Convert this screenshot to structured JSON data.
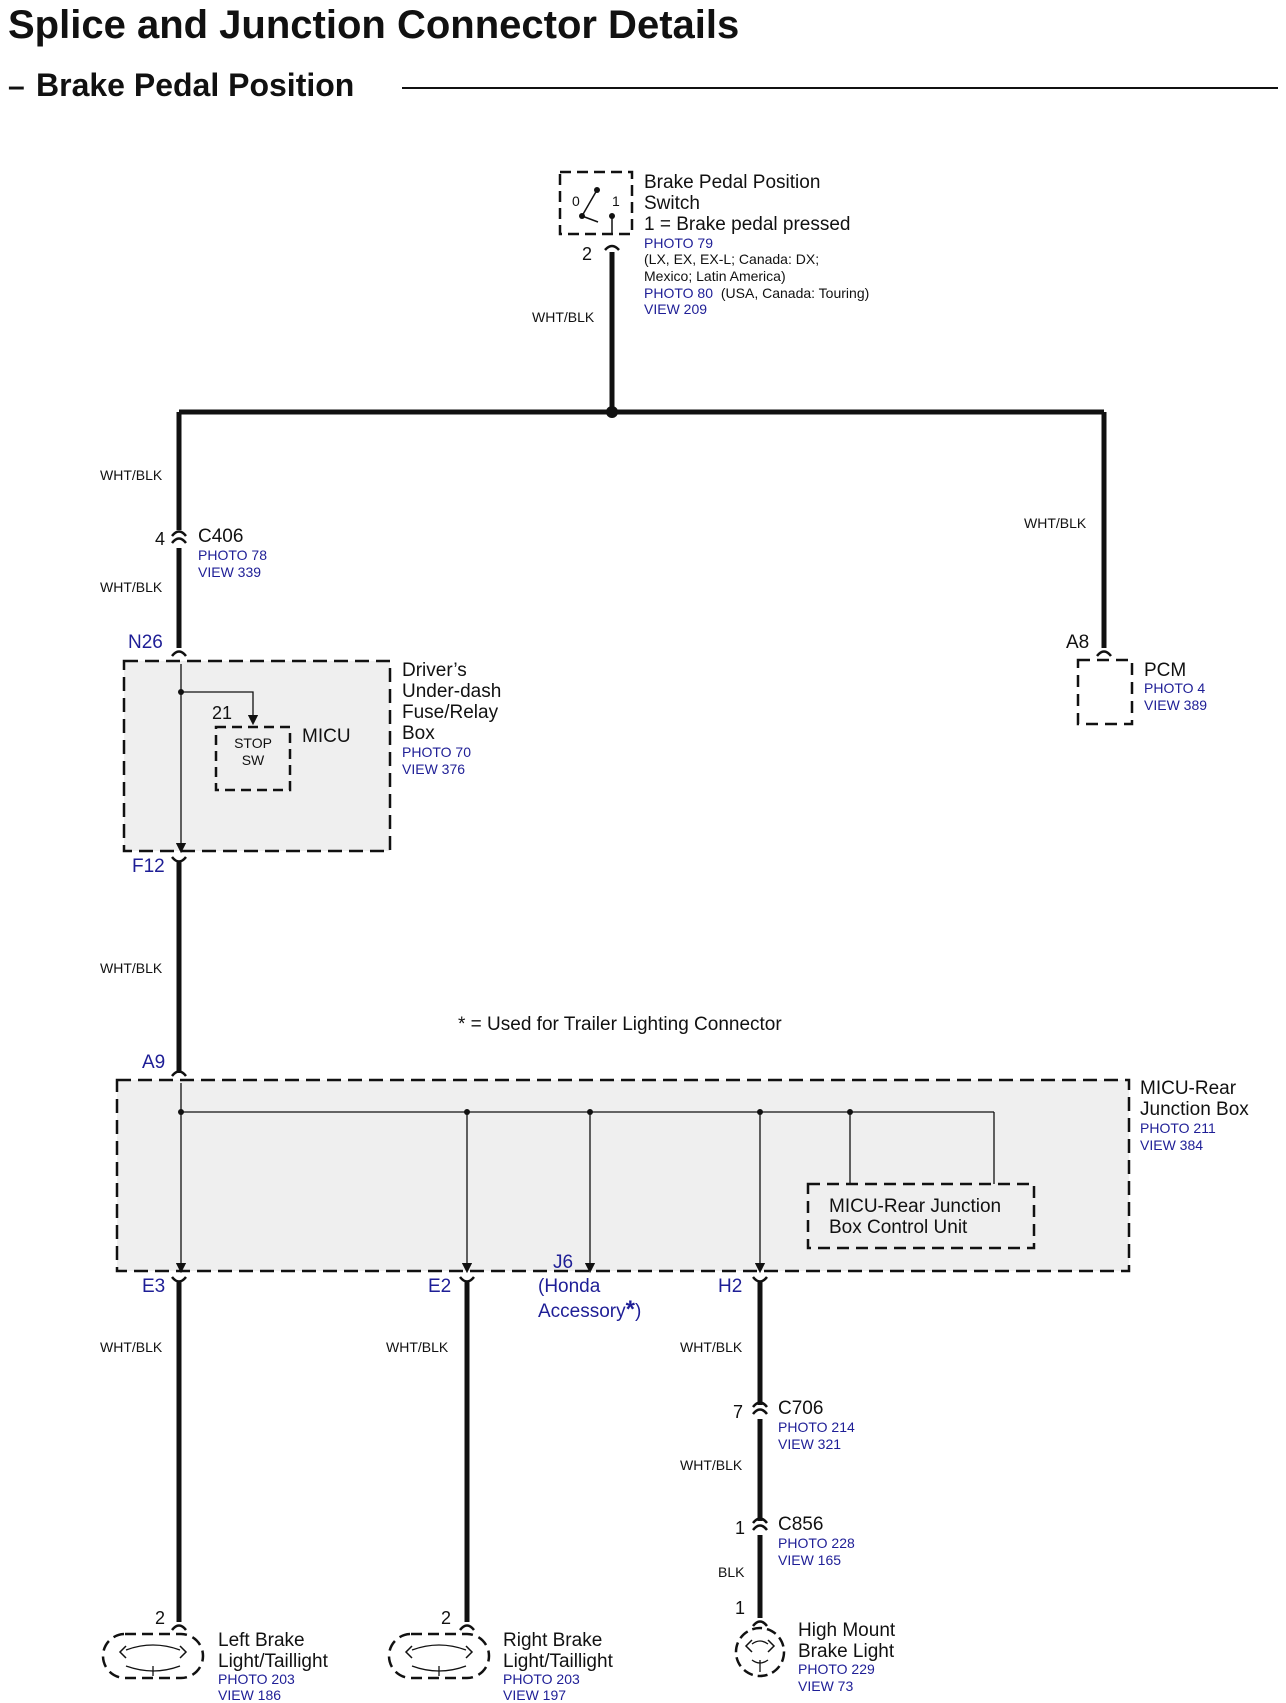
{
  "header": {
    "title": "Splice and Junction Connector Details",
    "subtitle": "Brake Pedal Position",
    "subtitle_prefix": "–"
  },
  "colors": {
    "line": "#111111",
    "ref_blue": "#1e1e96",
    "box_fill": "#efefef"
  },
  "switch": {
    "name_line1": "Brake Pedal Position",
    "name_line2": "Switch",
    "state": "1 = Brake pedal pressed",
    "photo": "PHOTO 79",
    "note_line1": "(LX, EX, EX-L; Canada: DX;",
    "note_line2": "Mexico; Latin America)",
    "photo2": "PHOTO 80",
    "photo2_note": "(USA, Canada: Touring)",
    "view": "VIEW 209",
    "pin": "2",
    "pos0": "0",
    "pos1": "1",
    "wire": "WHT/BLK"
  },
  "c406": {
    "pin": "4",
    "name": "C406",
    "photo": "PHOTO 78",
    "view": "VIEW 339",
    "wire_above": "WHT/BLK",
    "wire_below": "WHT/BLK"
  },
  "fuse_box": {
    "pin_in": "N26",
    "pin_out": "F12",
    "name_line1": "Driver’s",
    "name_line2": "Under-dash",
    "name_line3": "Fuse/Relay",
    "name_line4": "Box",
    "photo": "PHOTO 70",
    "view": "VIEW 376",
    "micu": "MICU",
    "stop_pin": "21",
    "stop_line1": "STOP",
    "stop_line2": "SW",
    "wire_below": "WHT/BLK"
  },
  "pcm": {
    "wire": "WHT/BLK",
    "pin": "A8",
    "name": "PCM",
    "photo": "PHOTO 4",
    "view": "VIEW 389"
  },
  "footnote": "* = Used for Trailer Lighting Connector",
  "rear_box": {
    "pin_in": "A9",
    "name_line1": "MICU-Rear",
    "name_line2": "Junction Box",
    "photo": "PHOTO 211",
    "view": "VIEW 384",
    "unit_line1": "MICU-Rear Junction",
    "unit_line2": "Box Control Unit",
    "pin_e3": "E3",
    "pin_e2": "E2",
    "pin_j6": "J6",
    "j6_note1": "(Honda",
    "j6_note2": "Accessory",
    "j6_star": "*",
    "j6_close": ")",
    "pin_h2": "H2"
  },
  "left_light": {
    "wire": "WHT/BLK",
    "pin": "2",
    "name_line1": "Left Brake",
    "name_line2": "Light/Taillight",
    "photo": "PHOTO 203",
    "view": "VIEW 186"
  },
  "right_light": {
    "wire": "WHT/BLK",
    "pin": "2",
    "name_line1": "Right Brake",
    "name_line2": "Light/Taillight",
    "photo": "PHOTO 203",
    "view": "VIEW 197"
  },
  "c706": {
    "wire_above": "WHT/BLK",
    "pin": "7",
    "name": "C706",
    "photo": "PHOTO 214",
    "view": "VIEW 321"
  },
  "c856": {
    "wire_above": "WHT/BLK",
    "pin": "1",
    "name": "C856",
    "photo": "PHOTO 228",
    "view": "VIEW 165"
  },
  "high_mount": {
    "wire": "BLK",
    "pin": "1",
    "name_line1": "High Mount",
    "name_line2": "Brake Light",
    "photo": "PHOTO 229",
    "view": "VIEW 73"
  }
}
